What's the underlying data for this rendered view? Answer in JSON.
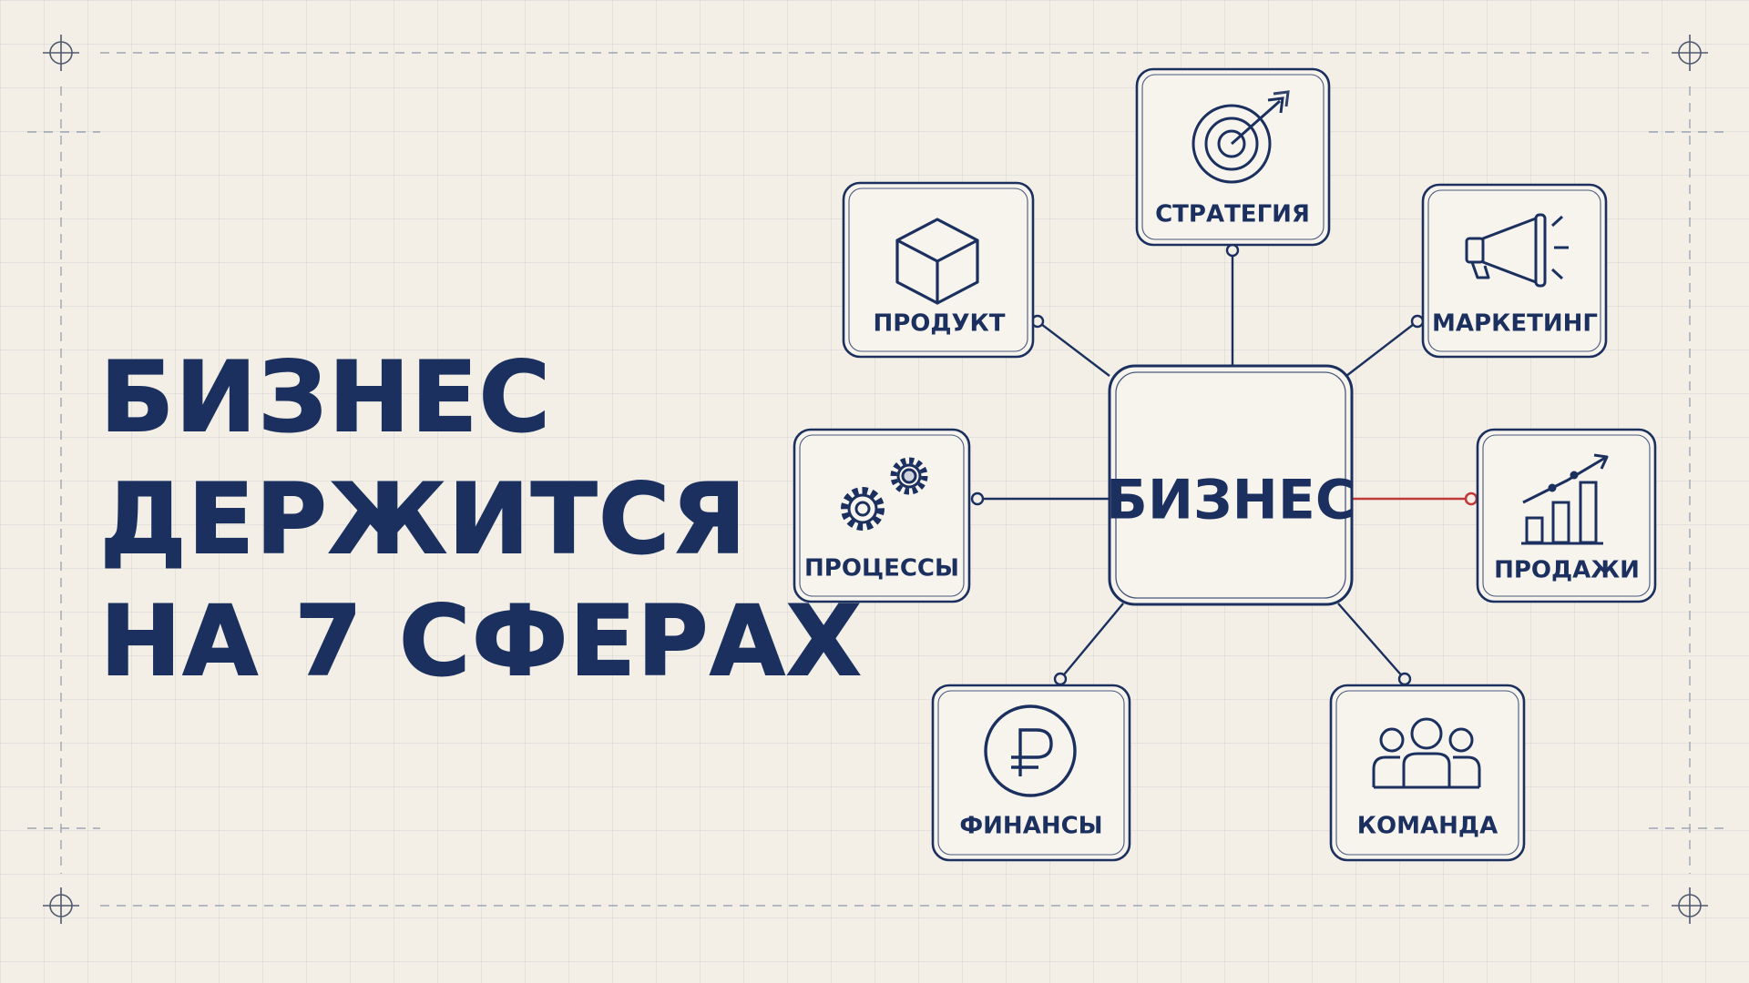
{
  "headline": {
    "line1": "БИЗНЕС",
    "line2": "ДЕРЖИТСЯ",
    "line3": "НА 7 СФЕРАХ"
  },
  "diagram": {
    "center": {
      "label": "БИЗНЕС"
    },
    "nodes": [
      {
        "id": "strategy",
        "label": "СТРАТЕГИЯ",
        "icon": "target-icon"
      },
      {
        "id": "product",
        "label": "ПРОДУКТ",
        "icon": "cube-icon"
      },
      {
        "id": "marketing",
        "label": "МАРКЕТИНГ",
        "icon": "megaphone-icon"
      },
      {
        "id": "processes",
        "label": "ПРОЦЕССЫ",
        "icon": "gears-icon"
      },
      {
        "id": "sales",
        "label": "ПРОДАЖИ",
        "icon": "growth-chart-icon"
      },
      {
        "id": "finance",
        "label": "ФИНАНСЫ",
        "icon": "ruble-icon"
      },
      {
        "id": "team",
        "label": "КОМАНДА",
        "icon": "team-icon"
      }
    ]
  },
  "colors": {
    "ink": "#1b305e",
    "paper": "#f3efe6",
    "accent_line": "#c0393b"
  }
}
